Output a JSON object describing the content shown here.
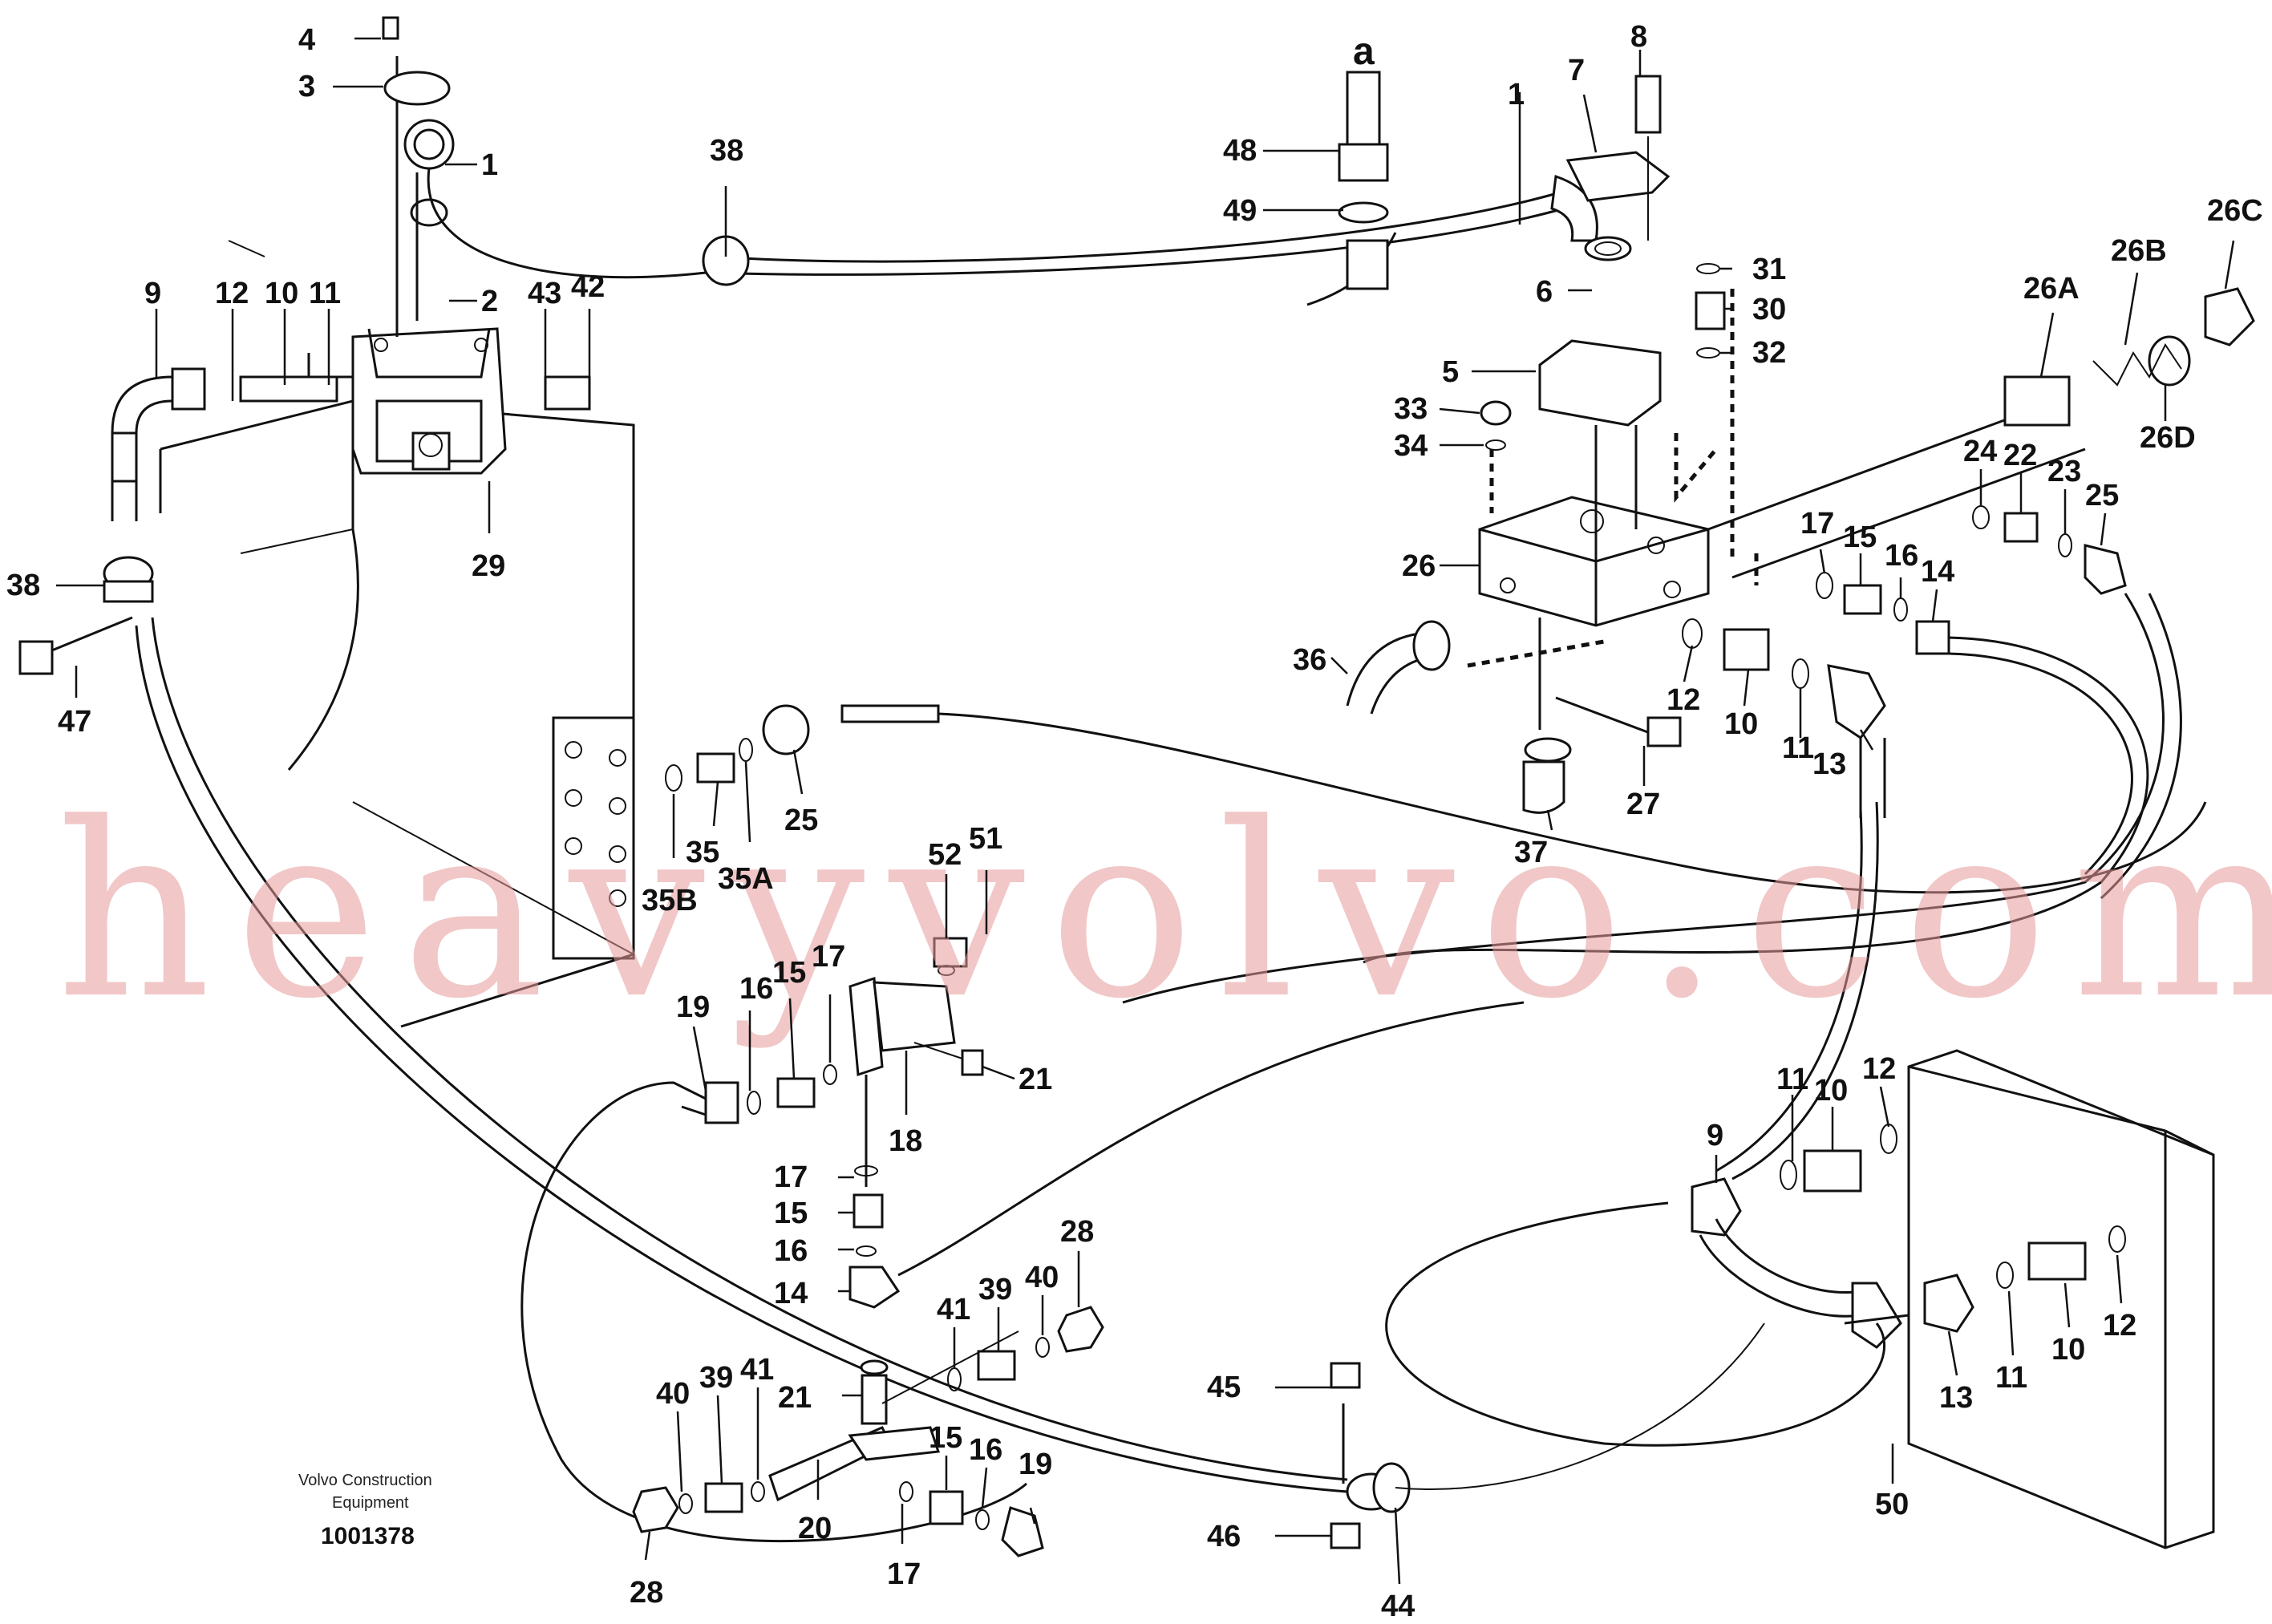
{
  "diagram": {
    "title_marker": "a",
    "caption": {
      "company_line1": "Volvo Construction",
      "company_line2": "Equipment",
      "drawing_number": "1001378"
    },
    "watermark": "heavyvolvo.com",
    "callouts": [
      {
        "id": "c4",
        "text": "4"
      },
      {
        "id": "c3",
        "text": "3"
      },
      {
        "id": "c1a",
        "text": "1"
      },
      {
        "id": "c2",
        "text": "2"
      },
      {
        "id": "c38a",
        "text": "38"
      },
      {
        "id": "c9a",
        "text": "9"
      },
      {
        "id": "c12a",
        "text": "12"
      },
      {
        "id": "c10a",
        "text": "10"
      },
      {
        "id": "c11a",
        "text": "11"
      },
      {
        "id": "c43",
        "text": "43"
      },
      {
        "id": "c42",
        "text": "42"
      },
      {
        "id": "c29",
        "text": "29"
      },
      {
        "id": "c38b",
        "text": "38"
      },
      {
        "id": "c47",
        "text": "47"
      },
      {
        "id": "c48",
        "text": "48"
      },
      {
        "id": "c49",
        "text": "49"
      },
      {
        "id": "c7",
        "text": "7"
      },
      {
        "id": "c8",
        "text": "8"
      },
      {
        "id": "c1b",
        "text": "1"
      },
      {
        "id": "c6",
        "text": "6"
      },
      {
        "id": "c5",
        "text": "5"
      },
      {
        "id": "c31",
        "text": "31"
      },
      {
        "id": "c30",
        "text": "30"
      },
      {
        "id": "c32",
        "text": "32"
      },
      {
        "id": "c33",
        "text": "33"
      },
      {
        "id": "c34",
        "text": "34"
      },
      {
        "id": "c26",
        "text": "26"
      },
      {
        "id": "c36",
        "text": "36"
      },
      {
        "id": "c12b",
        "text": "12"
      },
      {
        "id": "c10b",
        "text": "10"
      },
      {
        "id": "c11b",
        "text": "11"
      },
      {
        "id": "c13a",
        "text": "13"
      },
      {
        "id": "c27",
        "text": "27"
      },
      {
        "id": "c37",
        "text": "37"
      },
      {
        "id": "c17a",
        "text": "17"
      },
      {
        "id": "c15a",
        "text": "15"
      },
      {
        "id": "c16a",
        "text": "16"
      },
      {
        "id": "c14a",
        "text": "14"
      },
      {
        "id": "c24",
        "text": "24"
      },
      {
        "id": "c22",
        "text": "22"
      },
      {
        "id": "c23",
        "text": "23"
      },
      {
        "id": "c25a",
        "text": "25"
      },
      {
        "id": "c26A",
        "text": "26A"
      },
      {
        "id": "c26B",
        "text": "26B"
      },
      {
        "id": "c26C",
        "text": "26C"
      },
      {
        "id": "c26D",
        "text": "26D"
      },
      {
        "id": "c25b",
        "text": "25"
      },
      {
        "id": "c35",
        "text": "35"
      },
      {
        "id": "c35A",
        "text": "35A"
      },
      {
        "id": "c35B",
        "text": "35B"
      },
      {
        "id": "c52",
        "text": "52"
      },
      {
        "id": "c51",
        "text": "51"
      },
      {
        "id": "c19a",
        "text": "19"
      },
      {
        "id": "c16b",
        "text": "16"
      },
      {
        "id": "c15b",
        "text": "15"
      },
      {
        "id": "c17b",
        "text": "17"
      },
      {
        "id": "c21a",
        "text": "21"
      },
      {
        "id": "c18",
        "text": "18"
      },
      {
        "id": "c17c",
        "text": "17"
      },
      {
        "id": "c15c",
        "text": "15"
      },
      {
        "id": "c16c",
        "text": "16"
      },
      {
        "id": "c14b",
        "text": "14"
      },
      {
        "id": "c28a",
        "text": "28"
      },
      {
        "id": "c41a",
        "text": "41"
      },
      {
        "id": "c39a",
        "text": "39"
      },
      {
        "id": "c40a",
        "text": "40"
      },
      {
        "id": "c40b",
        "text": "40"
      },
      {
        "id": "c39b",
        "text": "39"
      },
      {
        "id": "c41b",
        "text": "41"
      },
      {
        "id": "c21b",
        "text": "21"
      },
      {
        "id": "c15d",
        "text": "15"
      },
      {
        "id": "c16d",
        "text": "16"
      },
      {
        "id": "c19b",
        "text": "19"
      },
      {
        "id": "c20",
        "text": "20"
      },
      {
        "id": "c17d",
        "text": "17"
      },
      {
        "id": "c28b",
        "text": "28"
      },
      {
        "id": "c45",
        "text": "45"
      },
      {
        "id": "c46",
        "text": "46"
      },
      {
        "id": "c44",
        "text": "44"
      },
      {
        "id": "c9b",
        "text": "9"
      },
      {
        "id": "c11c",
        "text": "11"
      },
      {
        "id": "c10c",
        "text": "10"
      },
      {
        "id": "c12c",
        "text": "12"
      },
      {
        "id": "c13b",
        "text": "13"
      },
      {
        "id": "c11d",
        "text": "11"
      },
      {
        "id": "c10d",
        "text": "10"
      },
      {
        "id": "c12d",
        "text": "12"
      },
      {
        "id": "c50",
        "text": "50"
      }
    ]
  }
}
